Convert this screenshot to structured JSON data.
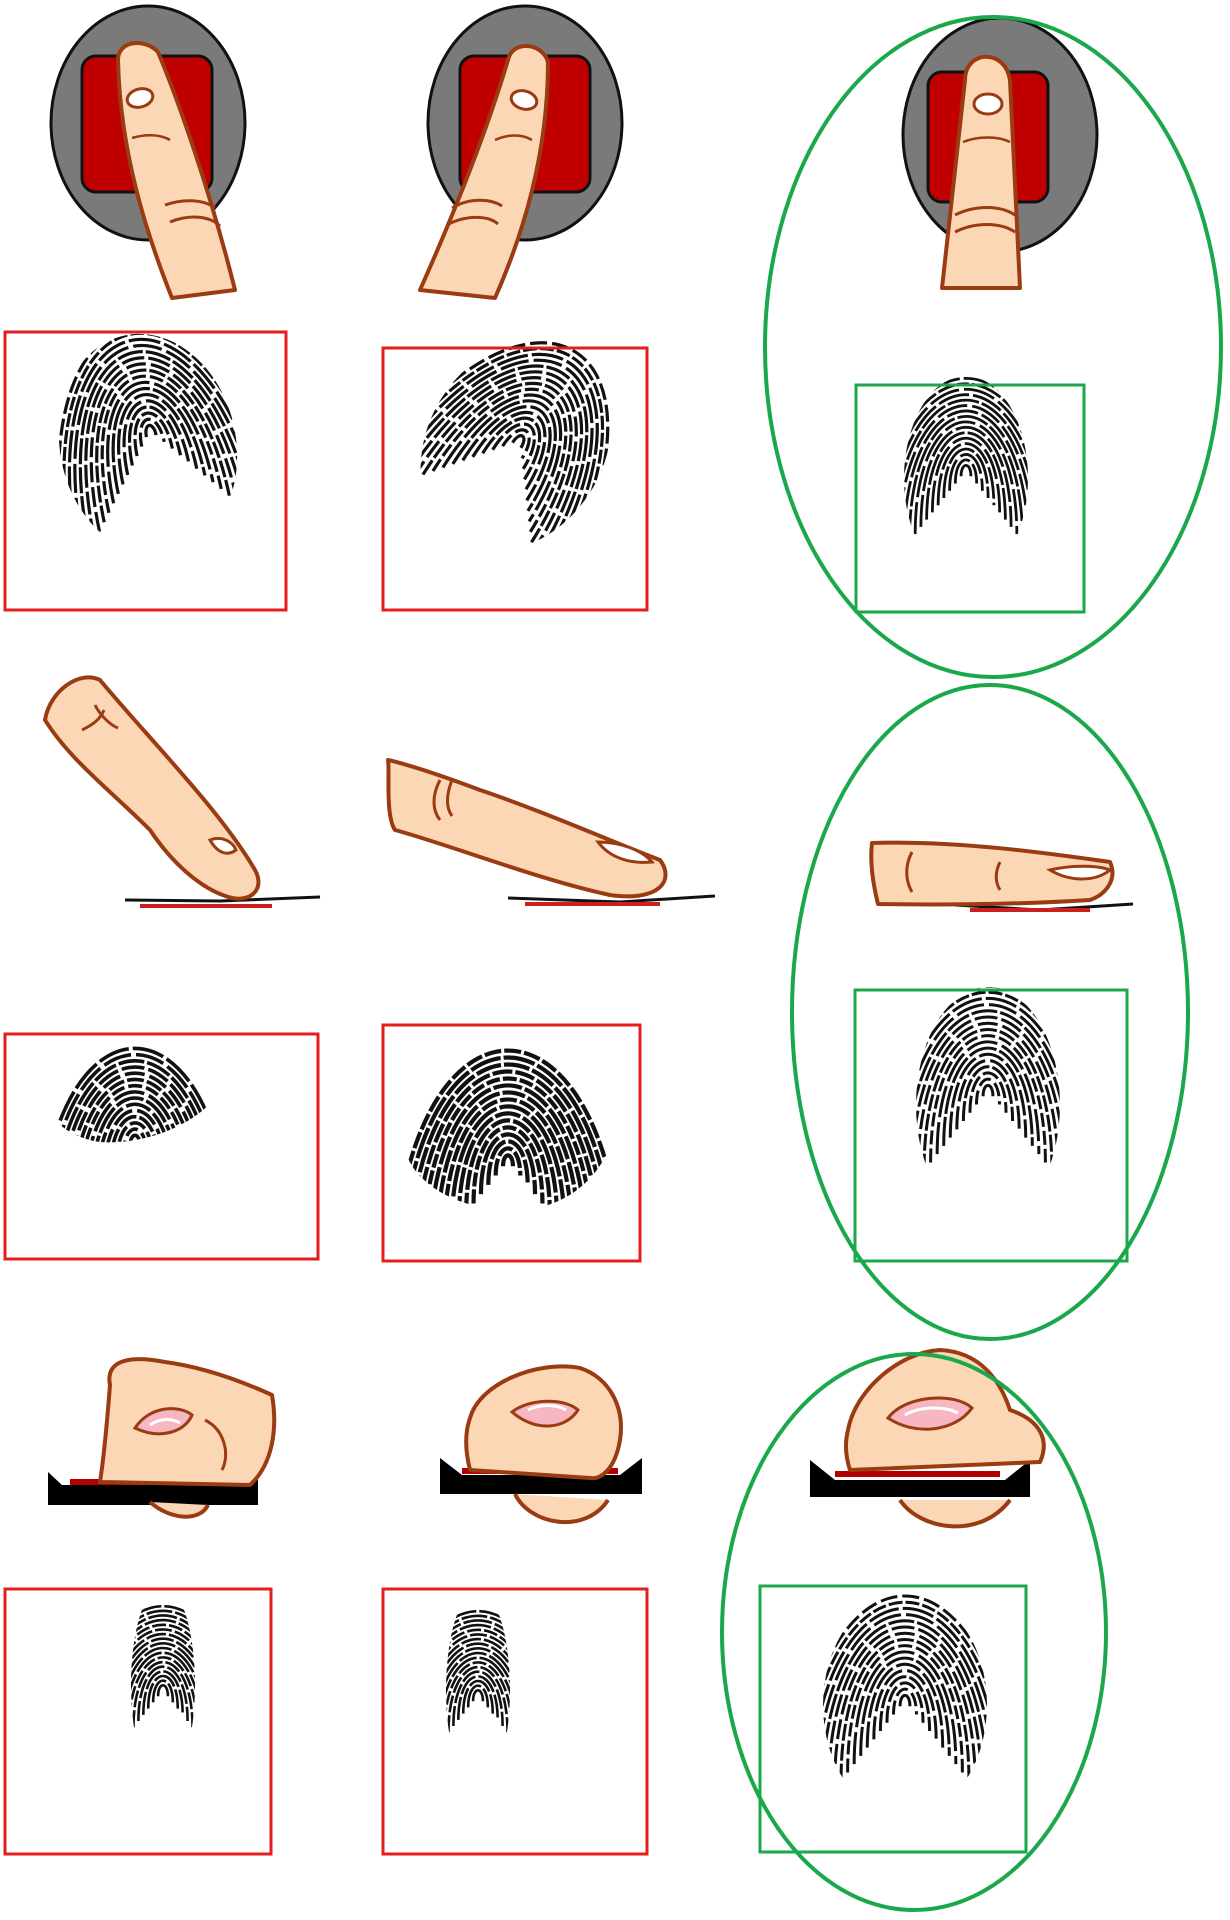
{
  "colors": {
    "background": "#ffffff",
    "incorrect_frame": "#e41e1e",
    "correct_frame": "#1aa84a",
    "skin": "#fbd7b5",
    "skin_outline": "#9a3b12",
    "nail": "#ffffff",
    "sensor_plate": "#7a7a7a",
    "sensor_pad": "#c00000",
    "sensor_bar": "#000000",
    "contact_line": "#cc1f1f",
    "ridge": "#111111"
  },
  "rows": [
    {
      "id": "finger-rotation",
      "examples": [
        {
          "id": "rotated-left",
          "verdict": "incorrect",
          "illustration": "finger-on-round-sensor-tilted-left",
          "print_shape": "large-oval-tilted"
        },
        {
          "id": "rotated-right",
          "verdict": "incorrect",
          "illustration": "finger-on-round-sensor-tilted-right",
          "print_shape": "large-oval-tilted"
        },
        {
          "id": "straight",
          "verdict": "correct",
          "illustration": "finger-on-round-sensor-straight",
          "print_shape": "upright-oval"
        }
      ]
    },
    {
      "id": "finger-angle",
      "examples": [
        {
          "id": "tip-only",
          "verdict": "incorrect",
          "illustration": "finger-steep-angle-side-view",
          "print_shape": "partial-top-cap"
        },
        {
          "id": "half-pad",
          "verdict": "incorrect",
          "illustration": "finger-medium-angle-side-view",
          "print_shape": "round-partial"
        },
        {
          "id": "flat",
          "verdict": "correct",
          "illustration": "finger-flat-side-view",
          "print_shape": "full-upright-oval"
        }
      ]
    },
    {
      "id": "finger-pressure",
      "examples": [
        {
          "id": "light-left",
          "verdict": "incorrect",
          "illustration": "hand-on-flat-sensor-front-view",
          "print_shape": "narrow-sliver"
        },
        {
          "id": "light-right",
          "verdict": "incorrect",
          "illustration": "hand-on-flat-sensor-front-view",
          "print_shape": "narrow-sliver"
        },
        {
          "id": "firm",
          "verdict": "correct",
          "illustration": "hand-on-flat-sensor-front-view",
          "print_shape": "full-upright-oval"
        }
      ]
    }
  ]
}
